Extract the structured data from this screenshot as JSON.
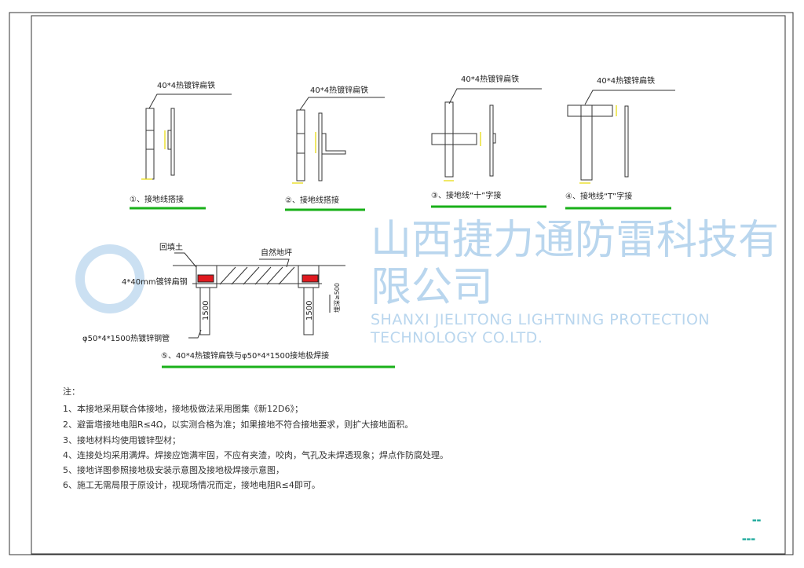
{
  "details": [
    {
      "material": "40*4热镀锌扁铁",
      "caption": "①、接地线搭接"
    },
    {
      "material": "40*4热镀锌扁铁",
      "caption": "②、接地线搭接"
    },
    {
      "material": "40*4热镀锌扁铁",
      "caption": "③、接地线“十”字接"
    },
    {
      "material": "40*4热镀锌扁铁",
      "caption": "④、接地线“T”字接"
    }
  ],
  "section": {
    "backfill": "回填土",
    "ground": "自然地坪",
    "strip": "4*40mm镀锌扁钢",
    "pipe": "φ50*4*1500热镀锌钢管",
    "pipe_len": "1500",
    "depth": "埋深≥500",
    "caption": "⑤、40*4热镀锌扁铁与φ50*4*1500接地极焊接"
  },
  "watermark": {
    "cn": "山西捷力通防雷科技有限公司",
    "en": "SHANXI JIELITONG LIGHTNING PROTECTION TECHNOLOGY CO.LTD."
  },
  "notes": {
    "title": "注：",
    "items": [
      "1、本接地采用联合体接地，接地极做法采用图集《新12D6》；",
      "2、避雷塔接地电阻R≤4Ω，以实测合格为准；如果接地不符合接地要求，则扩大接地面积。",
      "3、接地材料均使用镀锌型材；",
      "4、连接处均采用满焊。焊接应饱满牢固，不应有夹渣，咬肉，气孔及未焊透现象；焊点作防腐处理。",
      "5、接地详图参照接地极安装示意图及接地极焊接示意图，",
      "6、施工无需局限于原设计，视现场情况而定，接地电阻R≤4即可。"
    ]
  },
  "colors": {
    "accent_green": "#19b019",
    "weld_red": "#e0191f",
    "watermark": "#b9d6ee"
  }
}
